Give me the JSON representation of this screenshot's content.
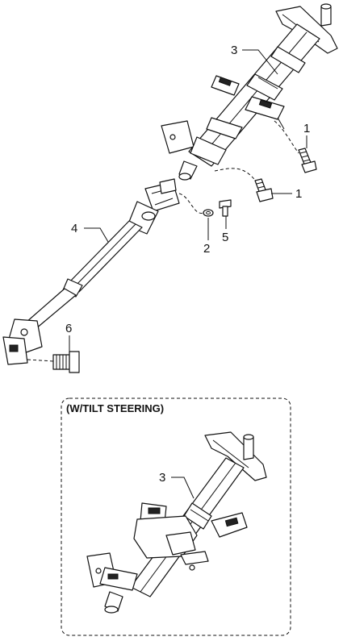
{
  "callouts": {
    "c1a": "1",
    "c1b": "1",
    "c2": "2",
    "c3": "3",
    "c4": "4",
    "c5": "5",
    "c6": "6",
    "c3_tilt": "3"
  },
  "tilt_box": {
    "title": "(W/TILT STEERING)"
  }
}
